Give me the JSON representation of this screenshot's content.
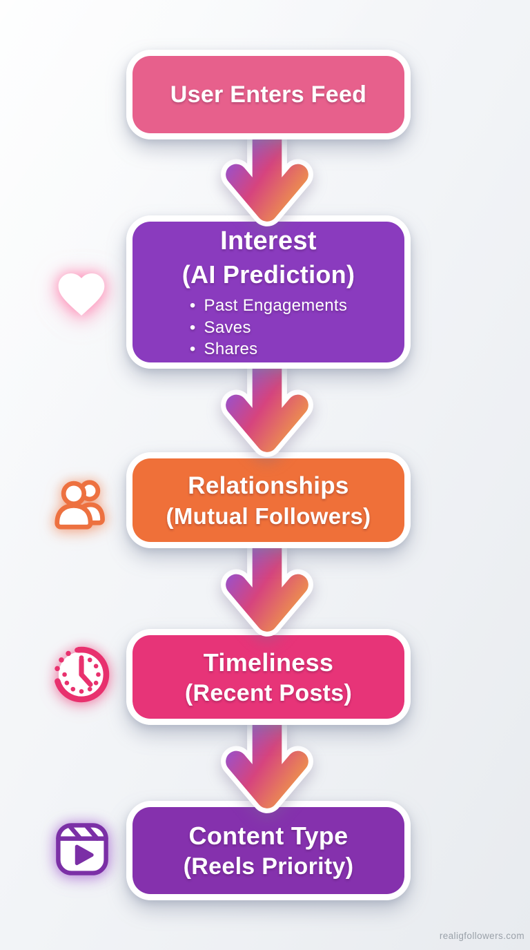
{
  "page": {
    "watermark": "realigfollowers.com",
    "background_color": "#f0f2f5"
  },
  "flow": {
    "boxes": [
      {
        "title": "User Enters Feed",
        "color": "#e7608c"
      },
      {
        "title": "Interest",
        "subtitle": "(AI Prediction)",
        "bullet_char": "•",
        "bullets": [
          "Past Engagements",
          "Saves",
          "Shares"
        ],
        "color": "#8a3bbe"
      },
      {
        "title": "Relationships",
        "subtitle": "(Mutual Followers)",
        "color": "#ef7039"
      },
      {
        "title": "Timeliness",
        "subtitle": "(Recent Posts)",
        "color": "#e73478"
      },
      {
        "title": "Content Type",
        "subtitle": "(Reels Priority)",
        "color": "#8531ad"
      }
    ],
    "icons": [
      {
        "name": "heart-icon",
        "color": "#ffffff",
        "glow": "#ff9dbe"
      },
      {
        "name": "people-icon",
        "color": "#ed7140"
      },
      {
        "name": "clock-icon",
        "color": "#e8316e"
      },
      {
        "name": "reels-icon",
        "color": "#7b2fa6"
      }
    ],
    "arrow_gradient": {
      "start": "#8a55e0",
      "mid": "#d6447e",
      "end": "#f09a48"
    }
  }
}
